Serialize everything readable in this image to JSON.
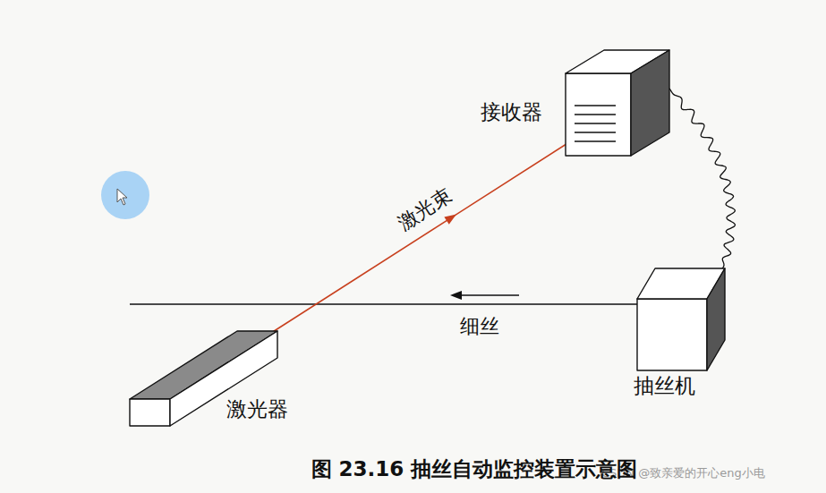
{
  "diagram": {
    "caption": "图 23.16 抽丝自动监控装置示意图",
    "nodes": [
      {
        "text": [
          "接收器"
        ]
      },
      {
        "text": [
          "抽丝机"
        ]
      },
      {
        "text": [
          "激光器"
        ]
      }
    ],
    "edges": [
      {
        "from": 2,
        "to": 0,
        "arrow": "to",
        "label": "激光束"
      },
      {
        "from": 0,
        "to": 1,
        "arrow": "none"
      }
    ],
    "labels": [
      "细丝",
      "CSDN @致亲爱的开心eng小电"
    ]
  }
}
